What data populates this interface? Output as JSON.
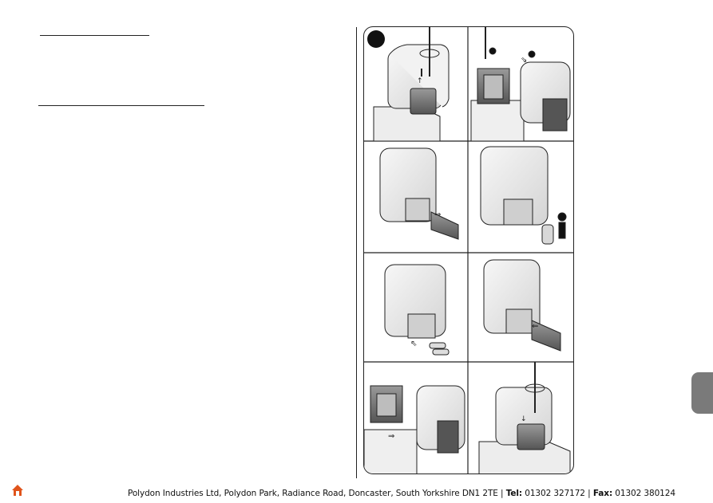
{
  "footer": {
    "company": "Polydon Industries Ltd, Polydon Park, Radiance Road, Doncaster, South Yorkshire DN1 2TE",
    "sep1": " | ",
    "tel_label": "Tel:",
    "tel_value": " 01302 327172",
    "sep2": " | ",
    "fax_label": "Fax:",
    "fax_value": " 01302 380124"
  },
  "colors": {
    "home_icon": "#e0541b",
    "side_tab": "#7a7a7a"
  },
  "icons": [
    "home-icon",
    "screwdriver-icon",
    "arrow-icon",
    "battery-icon",
    "recycle-bin-person-icon",
    "step-badge-icon"
  ]
}
